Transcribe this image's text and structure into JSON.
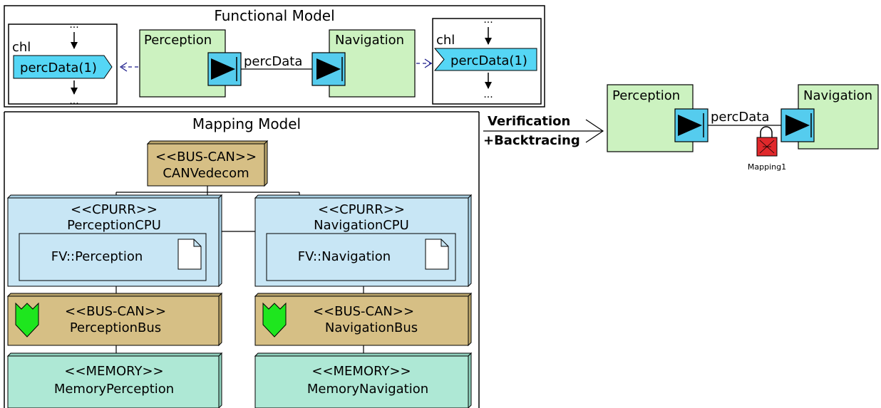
{
  "functional_model": {
    "title": "Functional Model",
    "left_channel": {
      "label": "chl",
      "signal": "percData(1)",
      "dots_top": "...",
      "dots_bottom": "..."
    },
    "right_channel": {
      "label": "chl",
      "signal": "percData(1)",
      "dots_top": "...",
      "dots_bottom": "..."
    },
    "perception_block": "Perception",
    "navigation_block": "Navigation",
    "link_label": "percData"
  },
  "mapping_model": {
    "title": "Mapping Model",
    "bus": {
      "stereotype": "<<BUS-CAN>>",
      "name": "CANVedecom"
    },
    "cpu_left": {
      "stereotype": "<<CPURR>>",
      "name": "PerceptionCPU",
      "artifact": "FV::Perception"
    },
    "cpu_right": {
      "stereotype": "<<CPURR>>",
      "name": "NavigationCPU",
      "artifact": "FV::Navigation"
    },
    "bus_left": {
      "stereotype": "<<BUS-CAN>>",
      "name": "PerceptionBus"
    },
    "bus_right": {
      "stereotype": "<<BUS-CAN>>",
      "name": "NavigationBus"
    },
    "mem_left": {
      "stereotype": "<<MEMORY>>",
      "name": "MemoryPerception"
    },
    "mem_right": {
      "stereotype": "<<MEMORY>>",
      "name": "MemoryNavigation"
    }
  },
  "transition": {
    "line1": "Verification",
    "line2": "+Backtracing"
  },
  "result": {
    "perception_block": "Perception",
    "navigation_block": "Navigation",
    "link_label": "percData",
    "lock_label": "Mapping1"
  },
  "colors": {
    "block_green": "#ccf2c0",
    "port_blue": "#55ccee",
    "channel_blue": "#55d6f5",
    "bus_tan": "#d6bf85",
    "cpu_blue": "#c8e6f5",
    "memory_teal": "#aee8d5",
    "shield_green": "#1ee61e",
    "lock_red": "#e0282b"
  }
}
